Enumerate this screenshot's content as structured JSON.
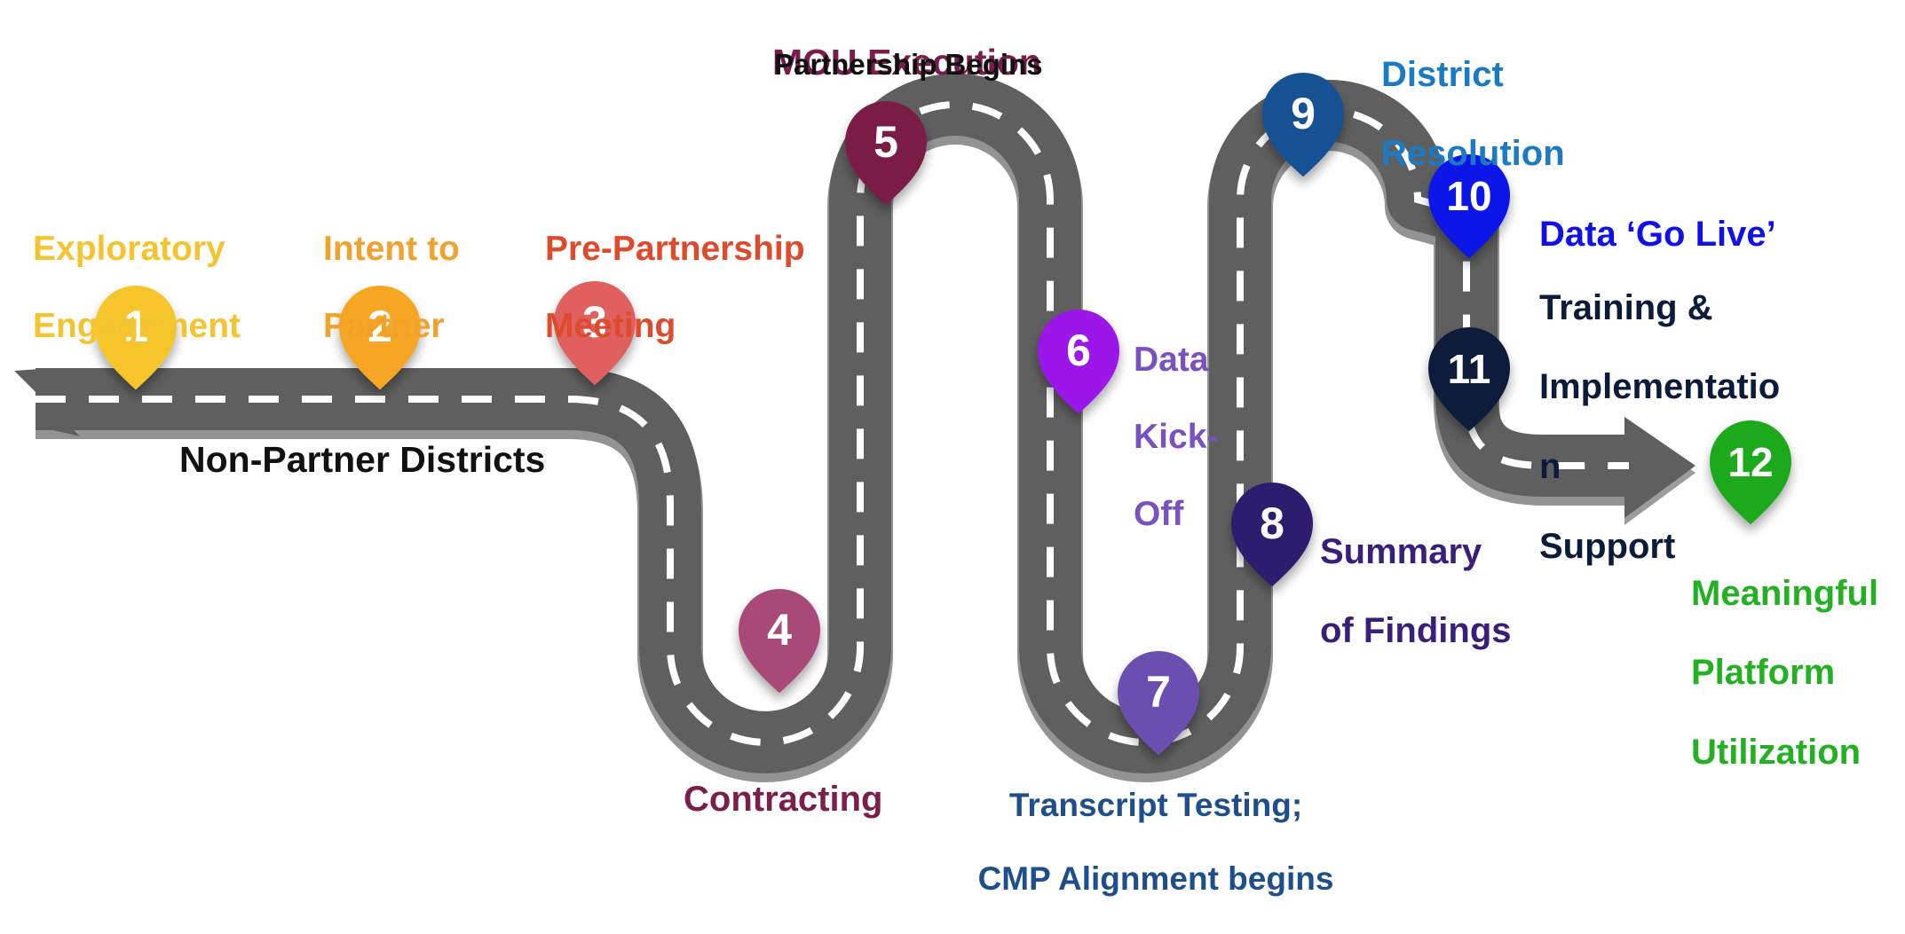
{
  "colors": {
    "road": "#5f5f5f",
    "road_shadow": "#3a3a3a",
    "lane": "#ffffff"
  },
  "road_label": "Non-Partner Districts",
  "milestones": [
    {
      "num": "1",
      "color": "#f5c52a",
      "label_lines": [
        "Exploratory",
        "Engagement"
      ],
      "label_color": "#f4c430"
    },
    {
      "num": "2",
      "color": "#f6a623",
      "label_lines": [
        "Intent to",
        "Partner"
      ],
      "label_color": "#f0a22c"
    },
    {
      "num": "3",
      "color": "#e06060",
      "label_lines": [
        "Pre-Partnership",
        "Meeting"
      ],
      "label_color": "#dd4a2c"
    },
    {
      "num": "4",
      "color": "#a84a78",
      "label_lines": [
        "Contracting"
      ],
      "label_color": "#7a1f4a"
    },
    {
      "num": "5",
      "color": "#7a1d44",
      "label_lines": [
        "MOU Execution"
      ],
      "label_color": "#7a1d4c",
      "sub_label": "Partnership Begins",
      "sub_label_color": "#111111"
    },
    {
      "num": "6",
      "color": "#9b12e8",
      "label_lines": [
        "Data",
        "Kick-",
        "Off"
      ],
      "label_color": "#7a52c0"
    },
    {
      "num": "7",
      "color": "#6a4fb0",
      "label_lines": [
        "Transcript Testing;",
        "CMP Alignment begins"
      ],
      "label_color": "#1f4e8c"
    },
    {
      "num": "8",
      "color": "#2d1a6e",
      "label_lines": [
        "Summary",
        "of Findings"
      ],
      "label_color": "#3a1f7a"
    },
    {
      "num": "9",
      "color": "#155193",
      "label_lines": [
        "District",
        "Resolution"
      ],
      "label_color": "#1a7ac4"
    },
    {
      "num": "10",
      "color": "#0a14e8",
      "label_lines": [
        "Data ‘Go Live’"
      ],
      "label_color": "#1010e8"
    },
    {
      "num": "11",
      "color": "#0d1b3a",
      "label_lines": [
        "Training &",
        "Implementatio",
        "n",
        "Support"
      ],
      "label_color": "#0d1b3a"
    },
    {
      "num": "12",
      "color": "#1faa1f",
      "label_lines": [
        "Meaningful",
        "Platform",
        "Utilization"
      ],
      "label_color": "#23b023"
    }
  ]
}
